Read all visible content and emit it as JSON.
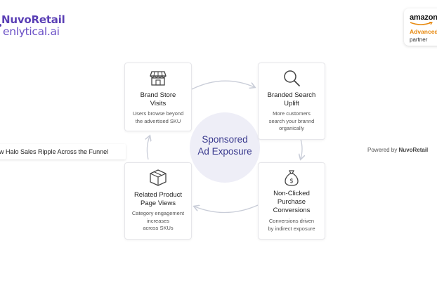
{
  "header": {
    "logo_primary": "NuvoRetail",
    "logo_secondary": "enlytical.ai"
  },
  "partner_badge": {
    "brand": "amazon",
    "tier": "Advanced",
    "label": "partner",
    "accent_color": "#e88a10"
  },
  "headline": "w Halo Sales Ripple Across the Funnel",
  "powered_by": {
    "prefix": "Powered by",
    "brand": "NuvoRetail"
  },
  "center": {
    "line1": "Sponsored",
    "line2": "Ad Exposure",
    "color": "#3b3b8f"
  },
  "cards": [
    {
      "icon": "storefront-icon",
      "title_lines": [
        "Brand Store",
        "Visits"
      ],
      "desc_lines": [
        "Users browse beyond",
        "the advertised SKU"
      ]
    },
    {
      "icon": "magnifier-icon",
      "title_lines": [
        "Branded Search",
        "Uplift"
      ],
      "desc_lines": [
        "More customers",
        "search your brannd",
        "organically"
      ]
    },
    {
      "icon": "money-bag-icon",
      "title_lines": [
        "Non-Clicked",
        "Purchase",
        "Conversions"
      ],
      "desc_lines": [
        "Conversions driven",
        "by indirect exposure"
      ]
    },
    {
      "icon": "package-box-icon",
      "title_lines": [
        "Related Product",
        "Page Views"
      ],
      "desc_lines": [
        "Category engagement",
        "increases",
        "across SKUs"
      ]
    }
  ]
}
